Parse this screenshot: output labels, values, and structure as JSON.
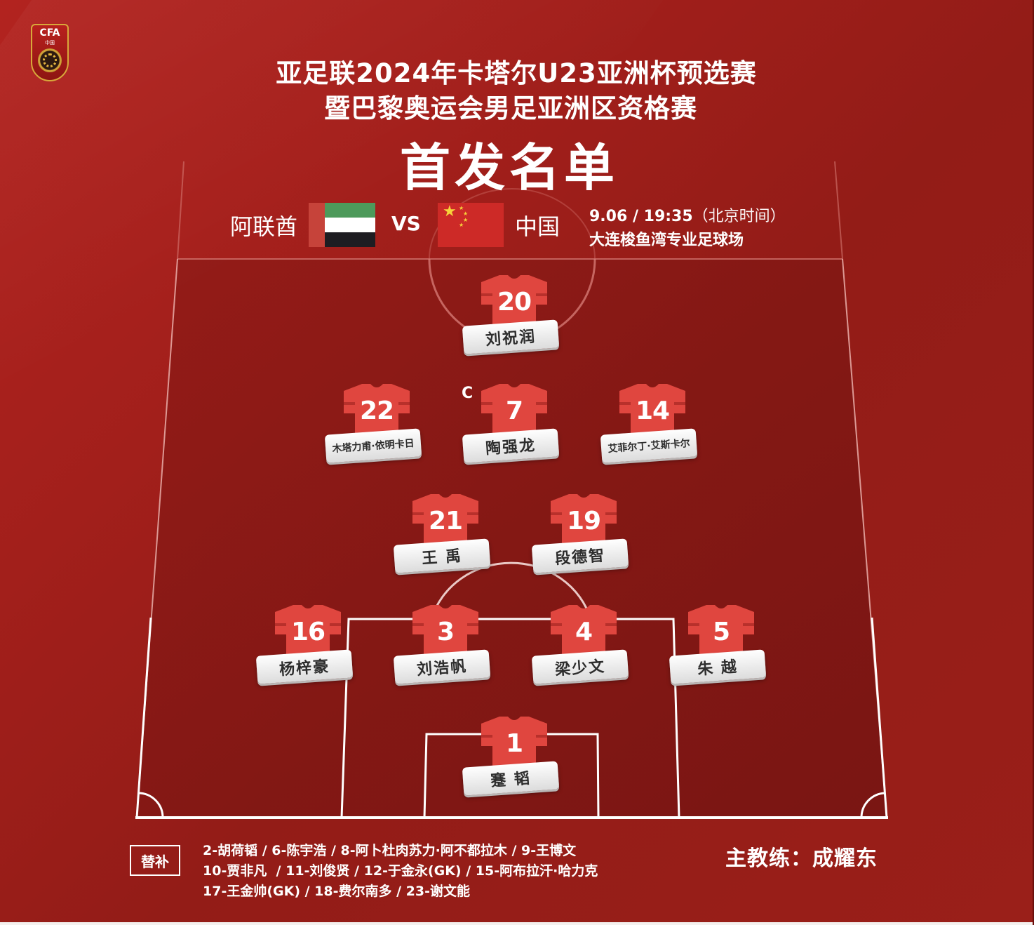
{
  "header": {
    "logo": {
      "abbr": "CFA",
      "sub": "中国",
      "icon": "cfa-crest-icon"
    },
    "title_line1": "亚足联2024年卡塔尔U23亚洲杯预选赛",
    "title_line2": "暨巴黎奥运会男足亚洲区资格赛",
    "title_main": "首发名单"
  },
  "match": {
    "home_team": "阿联酋",
    "home_flag": "uae-flag-icon",
    "vs": "VS",
    "away_team": "中国",
    "away_flag": "china-flag-icon",
    "date_time": "9.06 / 19:35",
    "timezone": "（北京时间）",
    "venue": "大连梭鱼湾专业足球场"
  },
  "colors": {
    "background": "#a21f1b",
    "field_dark": "#7e1512",
    "shirt": "#e0463f",
    "nameplate": "#f2f2f2",
    "gold": "#d8a83a"
  },
  "lineup": {
    "formation": "4-2-3-1",
    "captain_mark": "C",
    "players": [
      {
        "number": "20",
        "name": "刘祝润",
        "role": "forward"
      },
      {
        "number": "22",
        "name": "木塔力甫·依明卡日",
        "role": "left-wing"
      },
      {
        "number": "7",
        "name": "陶强龙",
        "role": "attacking-mid",
        "captain": true
      },
      {
        "number": "14",
        "name": "艾菲尔丁·艾斯卡尔",
        "role": "right-wing"
      },
      {
        "number": "21",
        "name": "王 禹",
        "role": "defensive-mid"
      },
      {
        "number": "19",
        "name": "段德智",
        "role": "defensive-mid"
      },
      {
        "number": "16",
        "name": "杨梓豪",
        "role": "left-back"
      },
      {
        "number": "3",
        "name": "刘浩帆",
        "role": "center-back"
      },
      {
        "number": "4",
        "name": "梁少文",
        "role": "center-back"
      },
      {
        "number": "5",
        "name": "朱 越",
        "role": "right-back"
      },
      {
        "number": "1",
        "name": "蹇 韬",
        "role": "goalkeeper"
      }
    ]
  },
  "substitutes": {
    "label": "替补",
    "lines": [
      "2-胡荷韬 / 6-陈宇浩 / 8-阿卜杜肉苏力·阿不都拉木 / 9-王博文",
      "10-贾非凡  / 11-刘俊贤 / 12-于金永(GK) / 15-阿布拉汗·哈力克",
      "17-王金帅(GK) / 18-费尔南多 / 23-谢文能"
    ]
  },
  "coach": {
    "text": "主教练：成耀东"
  }
}
